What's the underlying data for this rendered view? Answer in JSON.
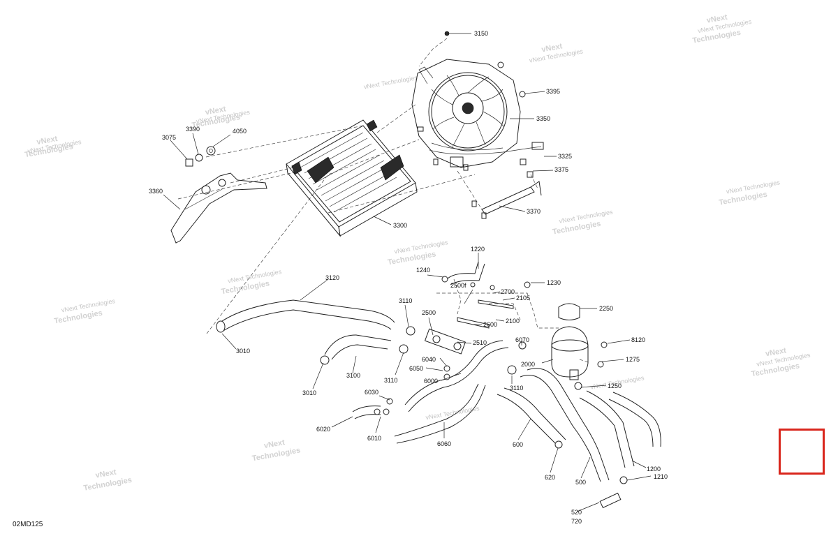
{
  "diagram_code": "02MD125",
  "watermark_text": [
    "vNext",
    "Technologies"
  ],
  "watermark_text_2": "vNext Technologies",
  "colors": {
    "selection_box": "#d9261c",
    "line": "#222222",
    "watermark": "#c4c4c4"
  },
  "callouts": {
    "p3150": "3150",
    "p3395": "3395",
    "p3350": "3350",
    "p3325": "3325",
    "p3375": "3375",
    "p3370": "3370",
    "p3390": "3390",
    "p4050": "4050",
    "p3075": "3075",
    "p3360": "3360",
    "p3300": "3300",
    "p1220": "1220",
    "p1240": "1240",
    "p2500f": "2500f",
    "p1230": "1230",
    "p2700": "2700",
    "p2105": "2105",
    "p2100": "2100",
    "p2600": "2600",
    "p2250": "2250",
    "p3120": "3120",
    "p3110a": "3110",
    "p2500": "2500",
    "p2510": "2510",
    "p6070": "6070",
    "p8120": "8120",
    "p1275": "1275",
    "p2000": "2000",
    "p3010a": "3010",
    "p3100": "3100",
    "p3110b": "3110",
    "p6040": "6040",
    "p6050": "6050",
    "p6000": "6000",
    "p3110c": "3110",
    "p1250": "1250",
    "p3010b": "3010",
    "p6030": "6030",
    "p6020": "6020",
    "p6010": "6010",
    "p6060": "6060",
    "p600": "600",
    "p620": "620",
    "p500": "500",
    "p1200": "1200",
    "p1210": "1210",
    "p520": "520",
    "p720": "720"
  }
}
